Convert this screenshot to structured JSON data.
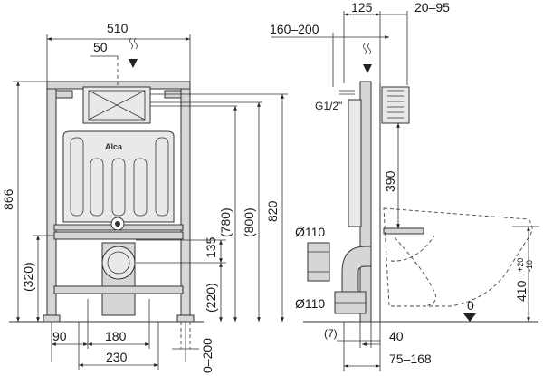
{
  "front_view": {
    "width_label": "510",
    "offset_label": "50",
    "heights": {
      "h866": "866",
      "h820": "820",
      "h800": "(800)",
      "h780": "(780)",
      "h320": "(320)",
      "h220": "(220)",
      "h135": "135"
    },
    "bottom": {
      "d90": "90",
      "d180": "180",
      "d230": "230",
      "adjust": "0–200"
    },
    "logo": "Alca"
  },
  "side_view": {
    "d125": "125",
    "d20_95": "20–95",
    "d160_200": "160–200",
    "thread": "G1/2\"",
    "h390": "390",
    "pipe_upper": "Ø110",
    "pipe_lower": "Ø110",
    "seat_height": "410",
    "seat_tol_plus": "+20",
    "seat_tol_minus": "-10",
    "zero_mark": "0",
    "d7": "(7)",
    "d40": "40",
    "d75_168": "75–168"
  },
  "colors": {
    "frame": "#d6d6d6",
    "line": "#333333"
  }
}
